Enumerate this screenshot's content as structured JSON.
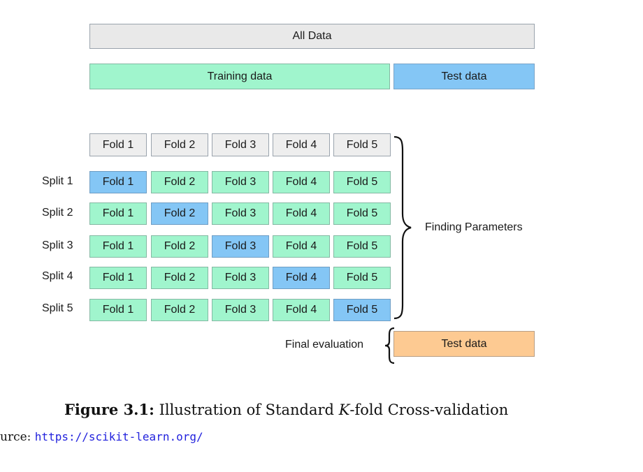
{
  "top": {
    "all_data": "All Data",
    "training_data": "Training data",
    "test_data": "Test data"
  },
  "header_folds": [
    "Fold 1",
    "Fold 2",
    "Fold 3",
    "Fold 4",
    "Fold 5"
  ],
  "splits": [
    {
      "label": "Split 1",
      "test_fold": 1
    },
    {
      "label": "Split 2",
      "test_fold": 2
    },
    {
      "label": "Split 3",
      "test_fold": 3
    },
    {
      "label": "Split 4",
      "test_fold": 4
    },
    {
      "label": "Split 5",
      "test_fold": 5
    }
  ],
  "fold_labels": [
    "Fold 1",
    "Fold 2",
    "Fold 3",
    "Fold 4",
    "Fold 5"
  ],
  "finding_parameters": "Finding Parameters",
  "final_evaluation": {
    "label": "Final evaluation",
    "test_data": "Test data"
  },
  "caption": {
    "prefix": "Figure 3.1:",
    "text_before": "Illustration of Standard",
    "k": "K",
    "text_after": "-fold Cross-validation"
  },
  "source": {
    "prefix": "urce:",
    "url": "https://scikit-learn.org/"
  },
  "colors": {
    "training": "#a0f5cd",
    "test": "#84c6f5",
    "final_test": "#fdca92",
    "neutral": "#eeeeee"
  }
}
